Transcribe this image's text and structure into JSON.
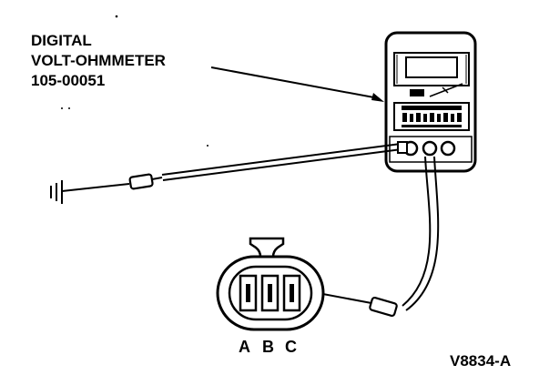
{
  "callout": {
    "line1": "DIGITAL",
    "line2": "VOLT-OHMMETER",
    "line3": "105-00051"
  },
  "connector": {
    "pins": [
      "A",
      "B",
      "C"
    ]
  },
  "figure_code": "V8834-A",
  "colors": {
    "ink": "#000000",
    "paper": "#ffffff"
  },
  "icons": {
    "ground": "ground-symbol-icon",
    "meter": "multimeter-icon"
  }
}
